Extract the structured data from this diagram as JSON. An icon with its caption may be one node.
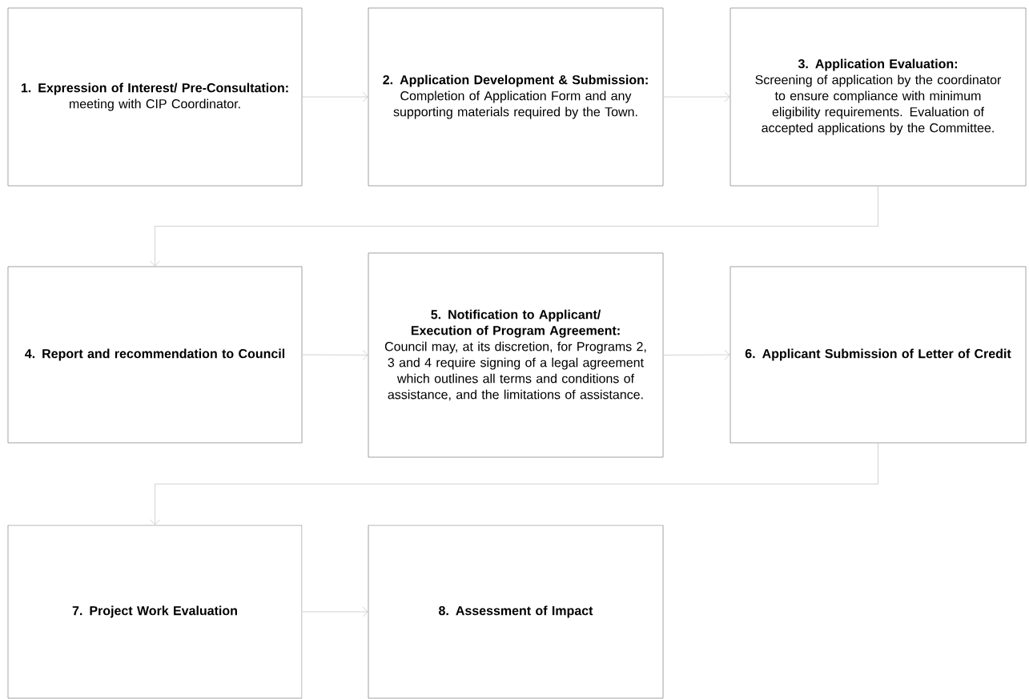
{
  "diagram": {
    "nodes": [
      {
        "text": [
          "1. Expression of Interest/ Pre-Consultation:",
          "meeting with CIP Coordinator."
        ]
      },
      {
        "text": [
          "2. Application Development & Submission:",
          "Completion of Application Form and any supporting materials required by the Town."
        ]
      },
      {
        "text": [
          "3. Application Evaluation:",
          "Screening of application by the coordinator to ensure compliance with minimum eligibility requirements. Evaluation of accepted applications by the Committee."
        ]
      },
      {
        "text": [
          "4. Report and recommendation to Council"
        ]
      },
      {
        "text": [
          "5. Notification to Applicant/ Execution of Program Agreement:",
          "Council may, at its discretion, for Programs 2, 3 and 4 require signing of a legal agreement which outlines all terms and conditions of assistance, and the limitations of assistance."
        ]
      },
      {
        "text": [
          "6. Applicant Submission of Letter of Credit"
        ]
      },
      {
        "text": [
          "7. Project Work Evaluation"
        ]
      },
      {
        "text": [
          "8. Assessment of Impact"
        ]
      }
    ],
    "edges": [
      {
        "from": 0,
        "to": 1,
        "arrow": "to"
      },
      {
        "from": 1,
        "to": 2,
        "arrow": "to"
      },
      {
        "from": 2,
        "to": 3,
        "arrow": "to"
      },
      {
        "from": 3,
        "to": 4,
        "arrow": "to"
      },
      {
        "from": 4,
        "to": 5,
        "arrow": "to"
      },
      {
        "from": 5,
        "to": 6,
        "arrow": "to"
      },
      {
        "from": 6,
        "to": 7,
        "arrow": "to"
      }
    ]
  }
}
